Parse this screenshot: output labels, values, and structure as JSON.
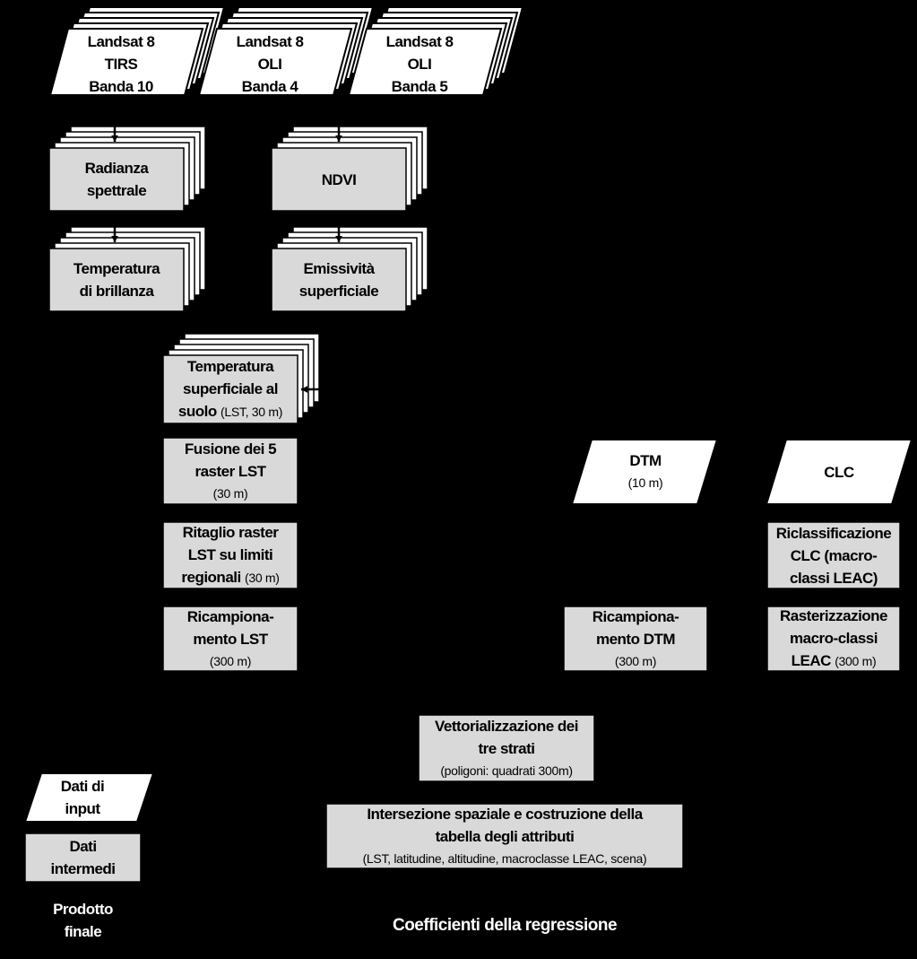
{
  "nodes": {
    "landsat_tirs": {
      "lines": [
        "Landsat 8",
        "TIRS",
        "Banda 10"
      ]
    },
    "landsat_oli4": {
      "lines": [
        "Landsat 8",
        "OLI",
        "Banda 4"
      ]
    },
    "landsat_oli5": {
      "lines": [
        "Landsat 8",
        "OLI",
        "Banda 5"
      ]
    },
    "radianza": {
      "lines": [
        "Radianza",
        "spettrale"
      ]
    },
    "ndvi": {
      "lines": [
        "NDVI"
      ]
    },
    "temp_brillanza": {
      "lines": [
        "Temperatura",
        "di brillanza"
      ]
    },
    "emissivita": {
      "lines": [
        "Emissività",
        "superficiale"
      ]
    },
    "lst": {
      "lines": [
        "Temperatura",
        "superficiale al"
      ],
      "last_bold": "suolo",
      "last_small": "(LST, 30 m)"
    },
    "fusione": {
      "lines": [
        "Fusione dei 5",
        "raster LST"
      ],
      "small": "(30 m)"
    },
    "ritaglio": {
      "lines": [
        "Ritaglio raster",
        "LST su limiti"
      ],
      "last_bold": "regionali",
      "last_small": "(30 m)"
    },
    "ricampionamento_lst": {
      "lines": [
        "Ricampiona-",
        "mento LST"
      ],
      "small": "(300 m)"
    },
    "dtm": {
      "lines": [
        "DTM"
      ],
      "small": "(10 m)"
    },
    "clc": {
      "lines": [
        "CLC"
      ]
    },
    "riclassificazione": {
      "lines": [
        "Riclassificazione",
        "CLC (macro-",
        "classi LEAC)"
      ]
    },
    "ricampionamento_dtm": {
      "lines": [
        "Ricampiona-",
        "mento DTM"
      ],
      "small": "(300 m)"
    },
    "rasterizzazione": {
      "lines": [
        "Rasterizzazione",
        "macro-classi"
      ],
      "last_bold": "LEAC",
      "last_small": "(300 m)"
    },
    "vettorializzazione": {
      "lines": [
        "Vettorializzazione dei",
        "tre strati"
      ],
      "small": "(poligoni: quadrati 300m)"
    },
    "intersezione": {
      "lines": [
        "Intersezione spaziale e costruzione della",
        "tabella degli attributi"
      ],
      "small": "(LST, latitudine, altitudine, macroclasse LEAC, scena)"
    },
    "coefficienti": {
      "lines": [
        "Coefficienti della regressione"
      ]
    }
  },
  "legend": {
    "input": {
      "lines": [
        "Dati di",
        "input"
      ]
    },
    "intermediate": {
      "lines": [
        "Dati",
        "intermedi"
      ]
    },
    "final": {
      "lines": [
        "Prodotto",
        "finale"
      ]
    }
  },
  "colors": {
    "background": "#000000",
    "input_fill": "#ffffff",
    "intermediate_fill": "#d9d9d9",
    "stroke": "#000000",
    "final_text": "#ffffff"
  }
}
